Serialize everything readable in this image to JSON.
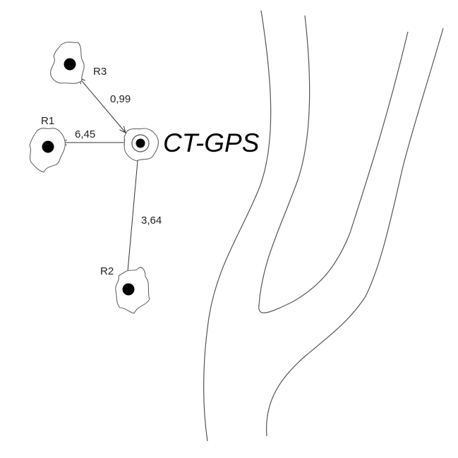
{
  "stations": {
    "r1": {
      "label": "R1"
    },
    "r2": {
      "label": "R2"
    },
    "r3": {
      "label": "R3"
    },
    "main": {
      "label": "CT-GPS"
    }
  },
  "distances": {
    "to_r3": "0,99",
    "to_r1": "6,45",
    "to_r2": "3,64"
  },
  "colors": {
    "line": "#333333",
    "outline": "#666666",
    "dot": "#000000"
  }
}
